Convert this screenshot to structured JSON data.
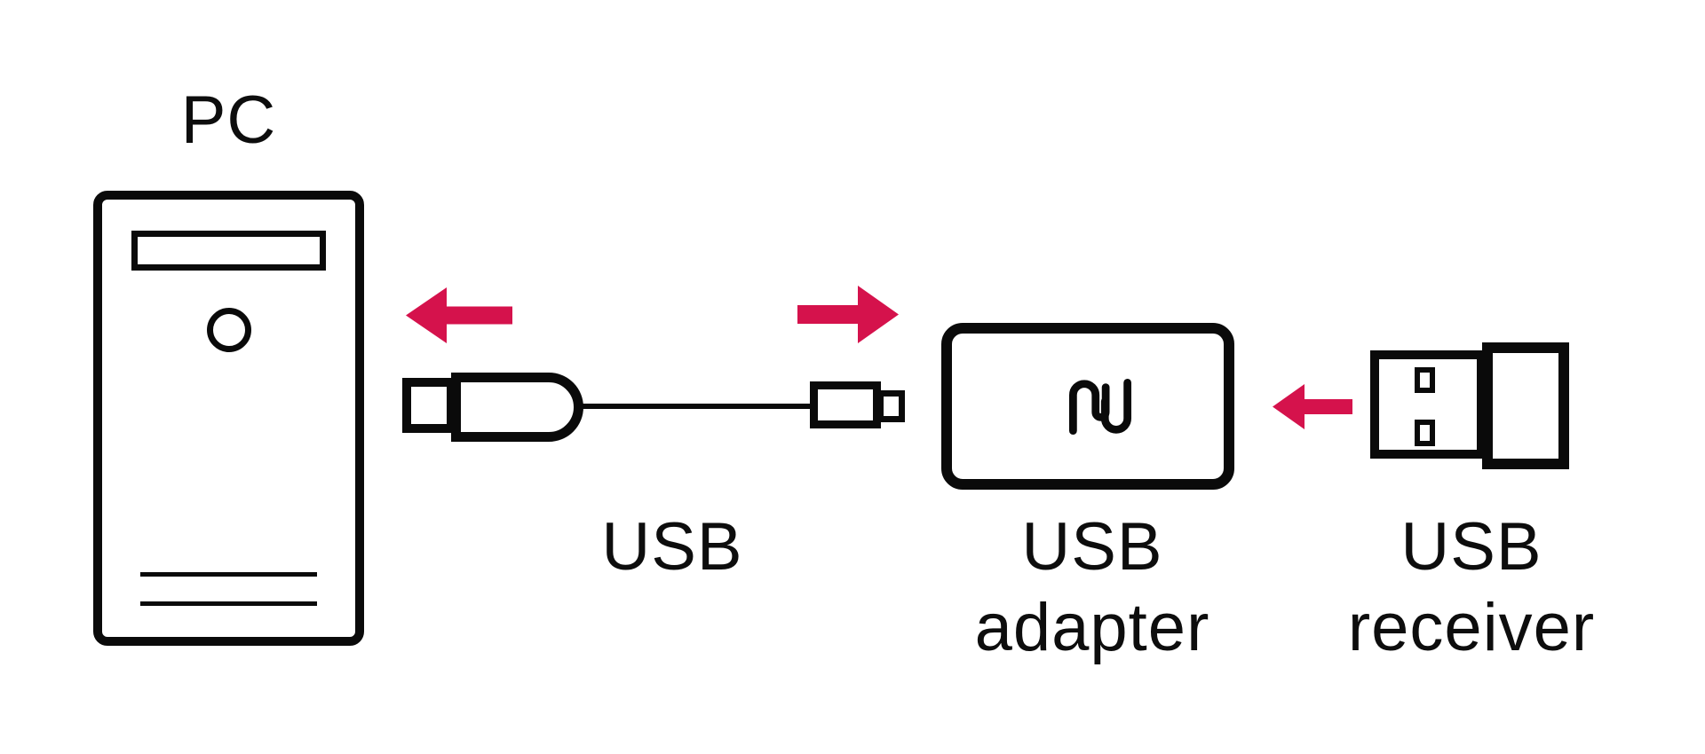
{
  "colors": {
    "background": "#ffffff",
    "stroke": "#0a0a0a",
    "arrow": "#d5124c",
    "text": "#0d0d0d"
  },
  "labels": {
    "pc": "PC",
    "cable": "USB",
    "adapter_line1": "USB",
    "adapter_line2": "adapter",
    "receiver_line1": "USB",
    "receiver_line2": "receiver"
  },
  "icons": {
    "pc_tower": "desktop-tower-outline with drive bay, power button, two vent lines",
    "usb_cable": "usb-a plug connected by cable to small connector plug",
    "adapter_logo": "interlocked-n-paperclip-logo",
    "usb_receiver": "usb-a wireless dongle with two contact holes",
    "arrow_left_1": "left-arrow between PC and cable",
    "arrow_right": "right-arrow between cable and adapter",
    "arrow_left_2": "left-arrow between receiver and adapter"
  }
}
